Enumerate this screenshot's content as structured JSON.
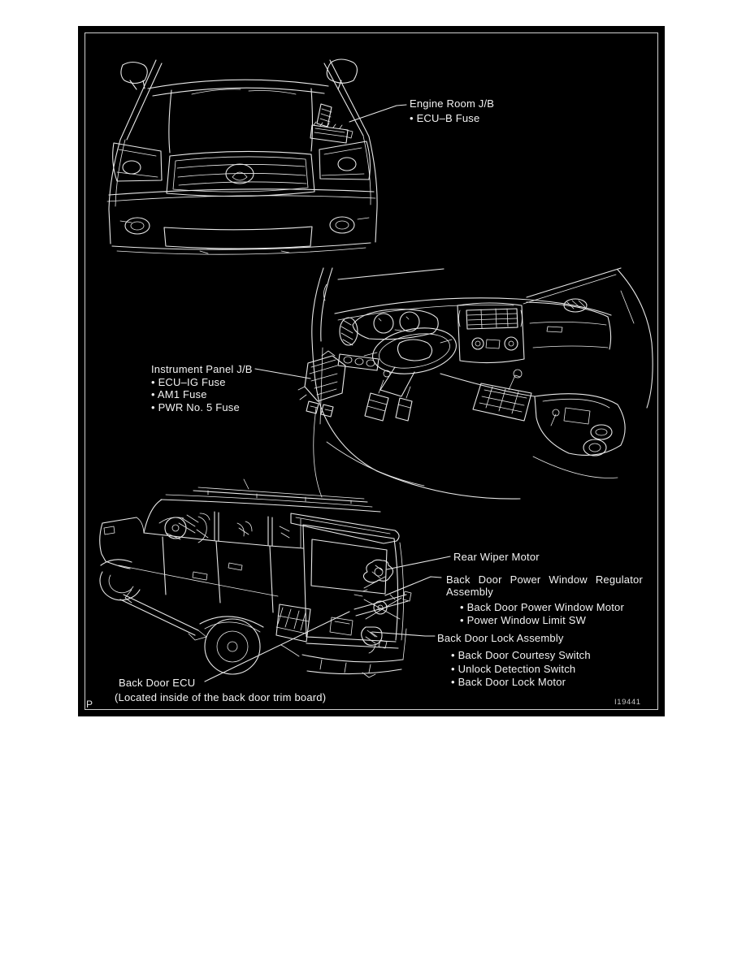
{
  "figure": {
    "corner_mark": "P",
    "figure_id": "I19441",
    "colors": {
      "page_background": "#ffffff",
      "figure_background": "#000000",
      "line_art": "#e8e8e8",
      "label_text": "#f2f2f2",
      "inner_border": "#cfcfcf"
    }
  },
  "callouts": {
    "engine_room_jb": {
      "title": "Engine Room J/B",
      "items": [
        "• ECU–B Fuse"
      ]
    },
    "instrument_panel_jb": {
      "title": "Instrument Panel J/B",
      "items": [
        "• ECU–IG Fuse",
        "• AM1 Fuse",
        "• PWR No. 5 Fuse"
      ]
    },
    "rear_wiper_motor": {
      "title": "Rear Wiper Motor"
    },
    "back_door_power_window_regulator": {
      "title": "Back Door Power Window Regulator Assembly",
      "items": [
        "• Back Door Power Window Motor",
        "• Power Window Limit SW"
      ]
    },
    "back_door_lock": {
      "title": "Back Door Lock Assembly",
      "items": [
        "• Back Door Courtesy Switch",
        "• Unlock Detection Switch",
        "• Back Door Lock Motor"
      ]
    },
    "back_door_ecu": {
      "title": "Back Door ECU",
      "note": "(Located inside of the back door trim board)"
    }
  }
}
